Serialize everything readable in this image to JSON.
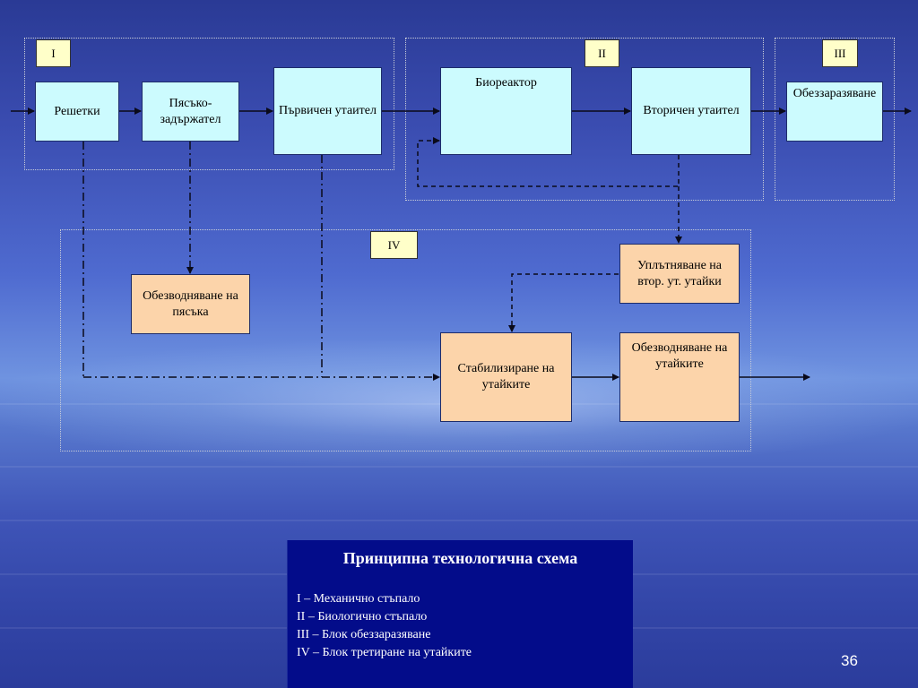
{
  "stages": {
    "i": "I",
    "ii": "II",
    "iii": "III",
    "iv": "IV"
  },
  "blocks": {
    "reshetki": "Решетки",
    "pyasko": "Пясъко-задържател",
    "parvichen": "Първичен утаител",
    "bioreaktor": "Биореактор",
    "vtorichen": "Вторичен утаител",
    "obezzarazyavane": "Обеззаразяване",
    "obezvodnyavane_pyasak": "Обезводняване на пясъка",
    "upatnyavane": "Уплътняване на втор. ут. утайки",
    "stabilizirane": "Стабилизиране на утайките",
    "obezvodnyavane_utaiki": "Обезводняване на утайките"
  },
  "legend": {
    "title": "Принципна технологична схема",
    "lines": [
      "I – Механично стъпало",
      "II – Биологично стъпало",
      "III – Блок обеззаразяване",
      "IV – Блок третиране на утайките"
    ]
  },
  "page_number": "36"
}
